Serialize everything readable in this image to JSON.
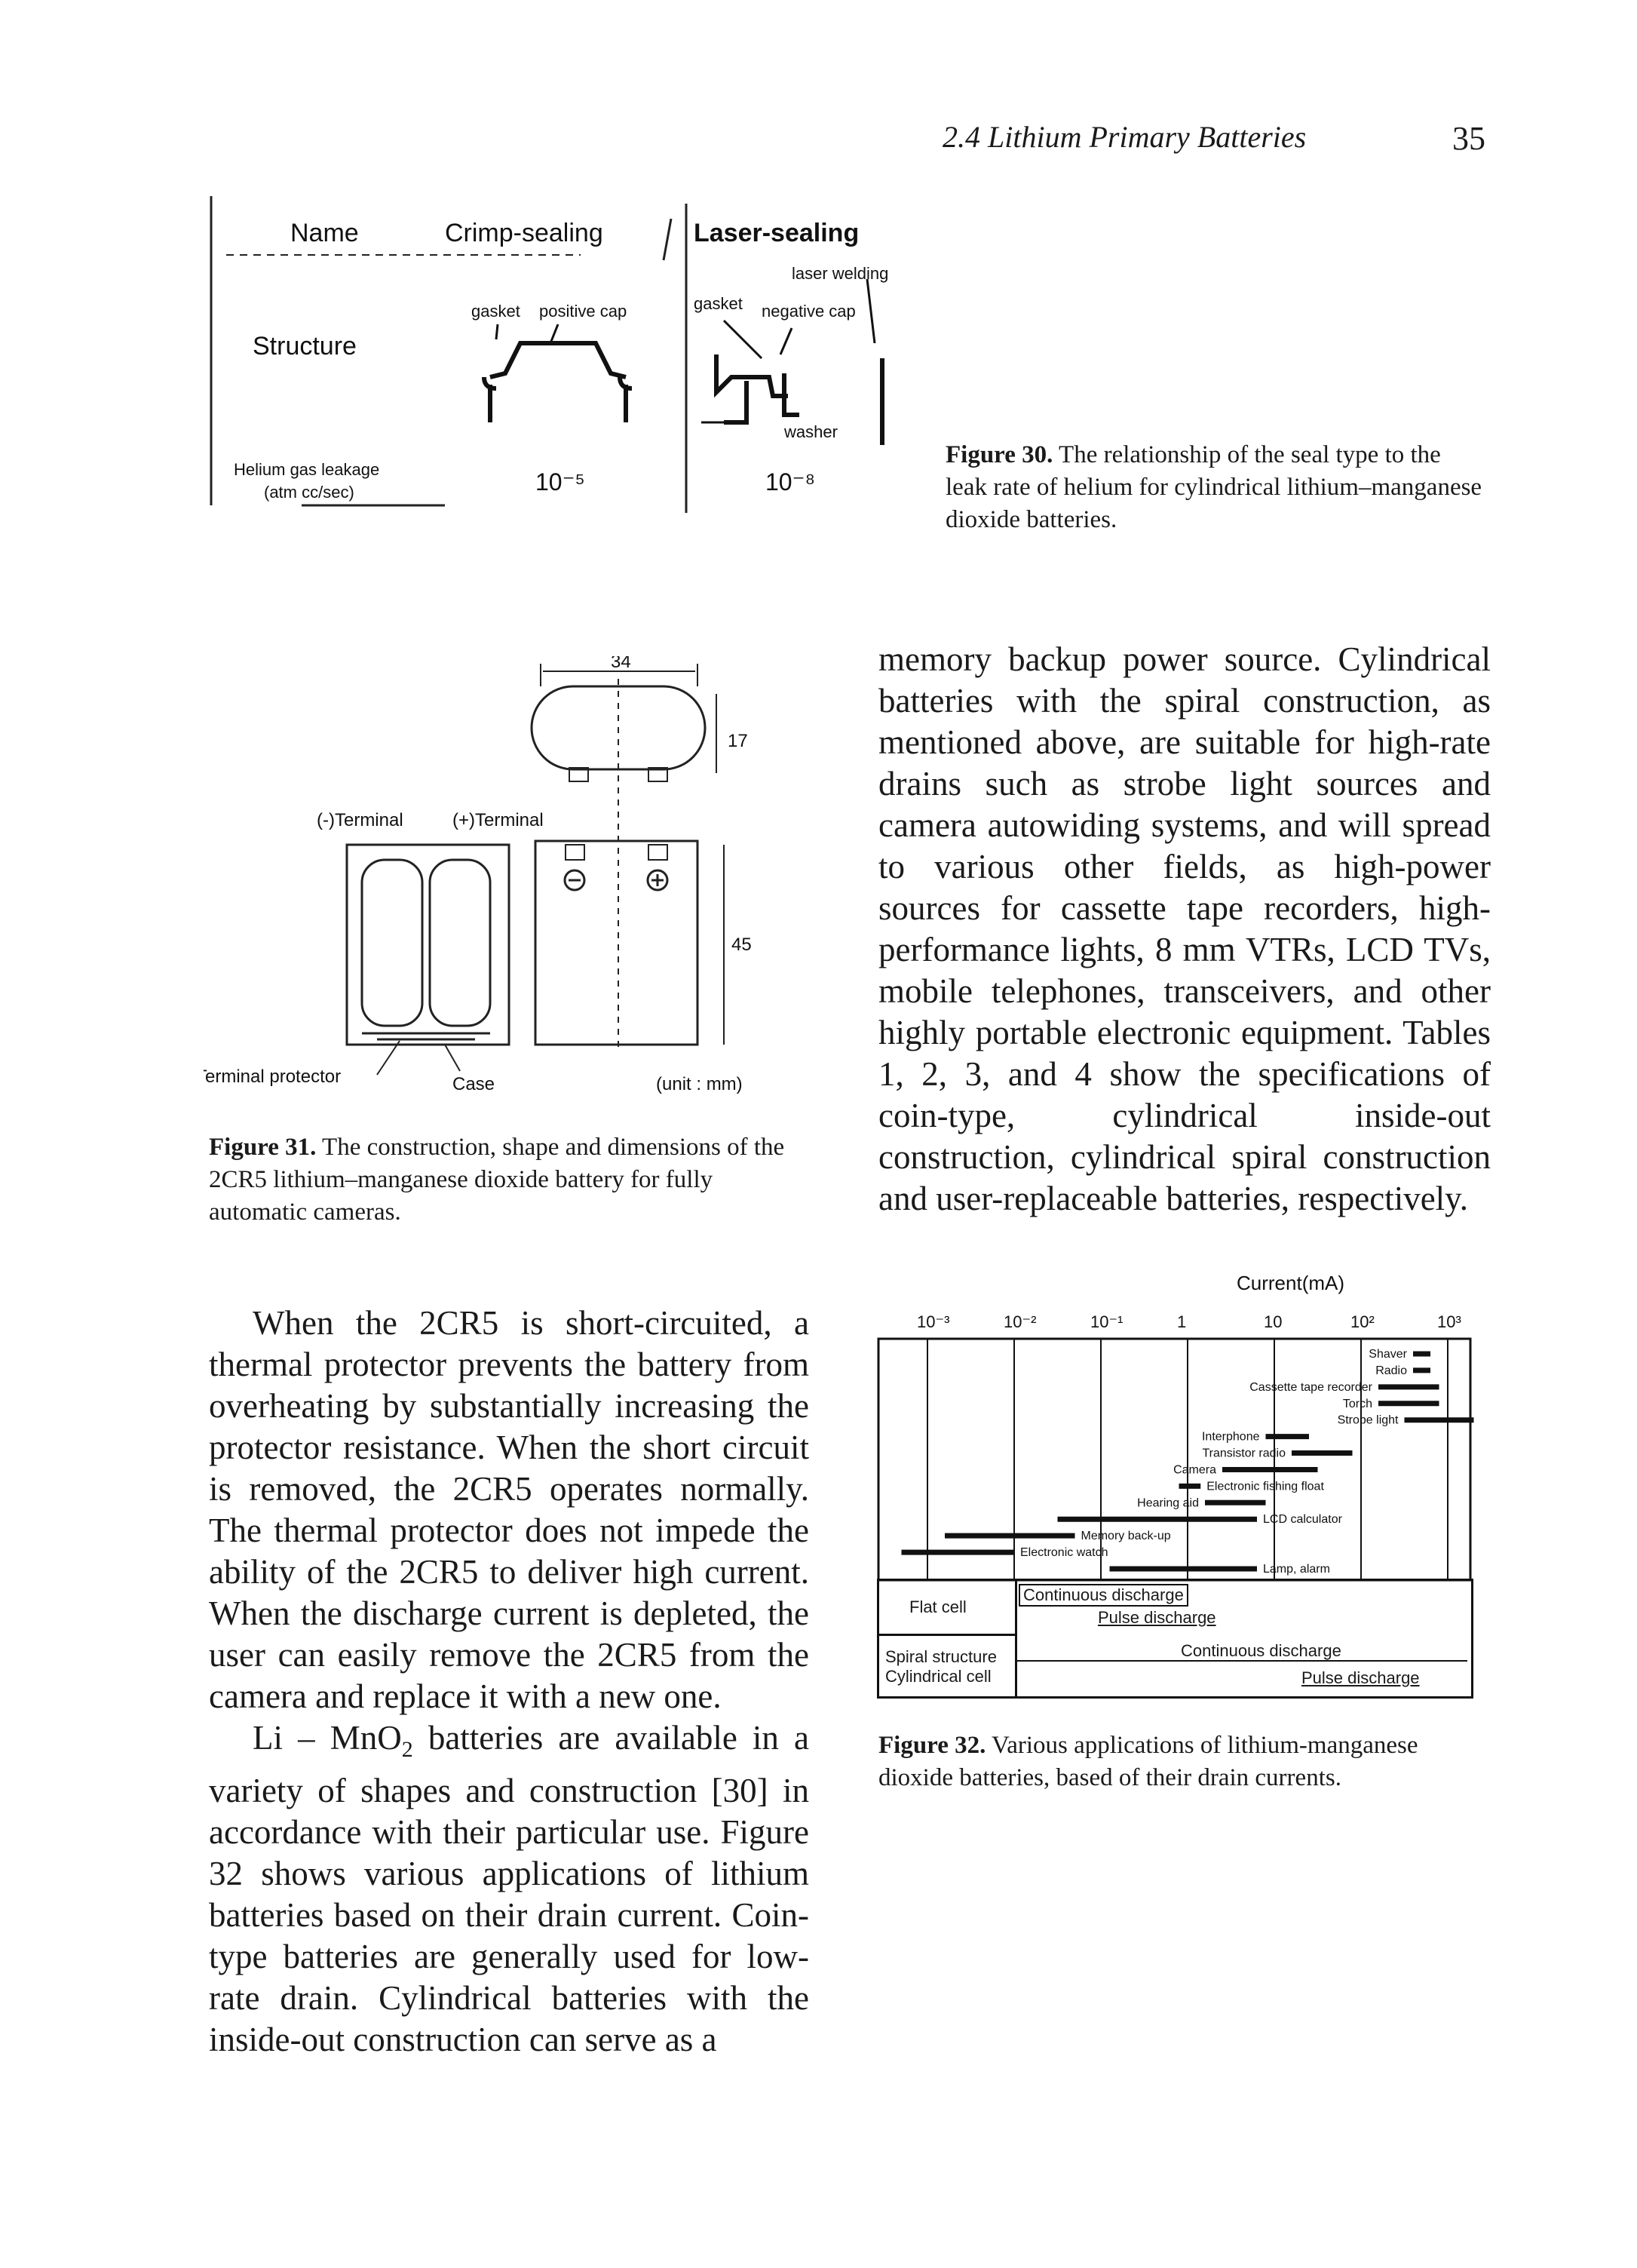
{
  "header": {
    "section": "2.4 Lithium Primary Batteries",
    "page_number": "35"
  },
  "fig30": {
    "table": {
      "col_name": "Name",
      "col_crimp": "Crimp-sealing",
      "col_laser": "Laser-sealing",
      "row_structure": "Structure",
      "row_leak_1": "Helium gas leakage",
      "row_leak_2": "(atm cc/sec)",
      "crimp_label_gasket": "gasket",
      "crimp_label_cap": "positive cap",
      "laser_label_weld": "laser welding",
      "laser_label_gasket": "gasket",
      "laser_label_cap": "negative cap",
      "laser_label_washer": "washer",
      "crimp_leak_value": "10⁻⁵",
      "laser_leak_value": "10⁻⁸"
    },
    "caption_label": "Figure 30.",
    "caption_text": "The relationship of the seal type to the leak rate of helium for cylindrical lithium–manganese dioxide batteries."
  },
  "fig31": {
    "dim_width": "34",
    "dim_depth": "17",
    "dim_height": "45",
    "label_neg_terminal": "(-)Terminal",
    "label_pos_terminal": "(+)Terminal",
    "label_protector": "Terminal protector",
    "label_case": "Case",
    "label_unit": "(unit : mm)",
    "caption_label": "Figure 31.",
    "caption_text": "The construction, shape and dimensions of the 2CR5 lithium–manganese dioxide battery for fully automatic cameras."
  },
  "body_right_top": "memory backup power source. Cylindrical batteries with the spiral construction, as mentioned above, are suitable for high-rate drains such as strobe light sources and camera autowiding systems, and will spread to various other fields, as high-power sources for cassette tape recorders, high-performance lights, 8 mm VTRs, LCD TVs, mobile telephones, transceivers, and other highly portable electronic equipment. Tables 1, 2, 3, and 4 show the specifications of coin-type, cylindrical inside-out construction, cylindrical spiral construction and user-replaceable batteries, respectively.",
  "body_left_p1": "When the 2CR5 is short-circuited, a thermal protector prevents the battery from overheating by substantially increasing the protector resistance. When the short circuit is removed, the 2CR5 operates normally. The thermal protector does not impede the ability of the 2CR5 to deliver high current. When the discharge current is depleted, the user can easily remove the 2CR5 from the camera and replace it with a new one.",
  "body_left_p2_prefix": "Li – MnO",
  "body_left_p2_sub": "2",
  "body_left_p2_rest": " batteries are available in a variety of shapes and construction [30] in accordance with their particular use. Figure 32 shows various applications of lithium batteries based on their drain current. Coin-type batteries are generally used for low-rate drain. Cylindrical batteries with the inside-out construction can serve as a",
  "fig32": {
    "caption_label": "Figure 32.",
    "caption_text": "Various applications of lithium-manganese dioxide batteries, based of their drain currents.",
    "legend_flat": "Flat cell",
    "legend_spiral": "Spiral structure",
    "legend_cyl": "Cylindrical cell",
    "legend_cont1": "Continuous discharge",
    "legend_pulse1": "Pulse discharge",
    "legend_cont2": "Continuous discharge",
    "legend_pulse2": "Pulse discharge"
  },
  "chart_data": {
    "type": "range-bar",
    "title": "Current(mA)",
    "x_scale": "log",
    "x_ticks": [
      "10⁻³",
      "10⁻²",
      "10⁻¹",
      "1",
      "10",
      "10²",
      "10³"
    ],
    "xlim": [
      -3.5,
      3.5
    ],
    "applications": [
      {
        "name": "Shaver",
        "from_log": 2.6,
        "to_log": 2.8
      },
      {
        "name": "Radio",
        "from_log": 2.6,
        "to_log": 2.8
      },
      {
        "name": "Cassette tape recorder",
        "from_log": 2.2,
        "to_log": 2.9
      },
      {
        "name": "Torch",
        "from_log": 2.2,
        "to_log": 2.9
      },
      {
        "name": "Strobe light",
        "from_log": 2.5,
        "to_log": 3.3
      },
      {
        "name": "Interphone",
        "from_log": 0.9,
        "to_log": 1.4
      },
      {
        "name": "Transistor radio",
        "from_log": 1.2,
        "to_log": 1.9
      },
      {
        "name": "Camera",
        "from_log": 0.4,
        "to_log": 1.5
      },
      {
        "name": "Electronic fishing float",
        "from_log": -0.1,
        "to_log": 0.15
      },
      {
        "name": "Hearing aid",
        "from_log": 0.2,
        "to_log": 0.9
      },
      {
        "name": "LCD calculator",
        "from_log": -1.5,
        "to_log": 0.8
      },
      {
        "name": "Memory back-up",
        "from_log": -2.8,
        "to_log": -1.3
      },
      {
        "name": "Electronic watch",
        "from_log": -3.3,
        "to_log": -2.0
      },
      {
        "name": "Lamp, alarm",
        "from_log": -0.9,
        "to_log": 0.8
      }
    ]
  }
}
